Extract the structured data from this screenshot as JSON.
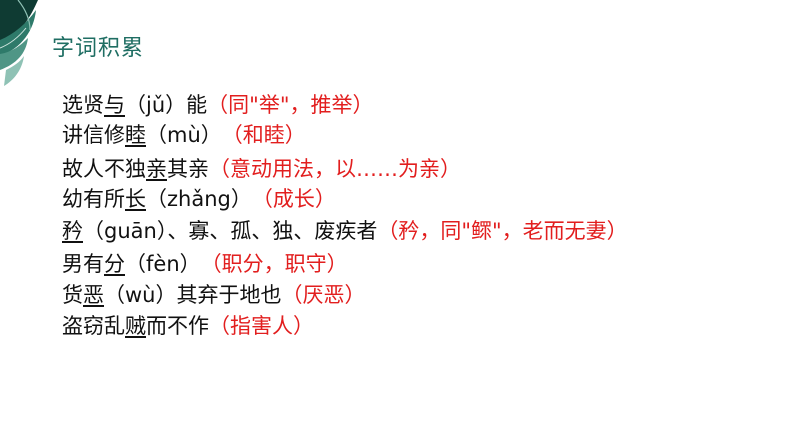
{
  "slide": {
    "title": "字词积累",
    "lines": [
      {
        "pre": "选贤",
        "target": "与",
        "post": "（jǔ）能",
        "note": "（同\"举\"，推举）"
      },
      {
        "pre": "讲信修",
        "target": "睦",
        "post": "（mù）",
        "note": "（和睦）"
      },
      {
        "pre": "故人不独",
        "target": "亲",
        "post": "其亲",
        "note": "（意动用法，以……为亲）"
      },
      {
        "pre": "幼有所",
        "target": "长",
        "post": "（zhǎng）",
        "note": "（成长）"
      },
      {
        "pre": "",
        "target": "矜",
        "post": "（guān）、寡、孤、独、废疾者",
        "note": "（矜，同\"鳏\"，老而无妻）"
      },
      {
        "pre": "男有",
        "target": "分",
        "post": "（fèn）",
        "note": "（职分，职守）"
      },
      {
        "pre": "货",
        "target": "恶",
        "post": "（wù）其弃于地也",
        "note": "（厌恶）"
      },
      {
        "pre": "盗窃乱",
        "target": "贼",
        "post": "而不作",
        "note": "（指害人）"
      }
    ]
  },
  "decor": {
    "leaf_dark": "#0f3b33",
    "leaf_mid": "#2e7a6a",
    "leaf_light": "#8fc2b5",
    "title_color": "#1f6e63",
    "note_color": "#e21e1e"
  }
}
